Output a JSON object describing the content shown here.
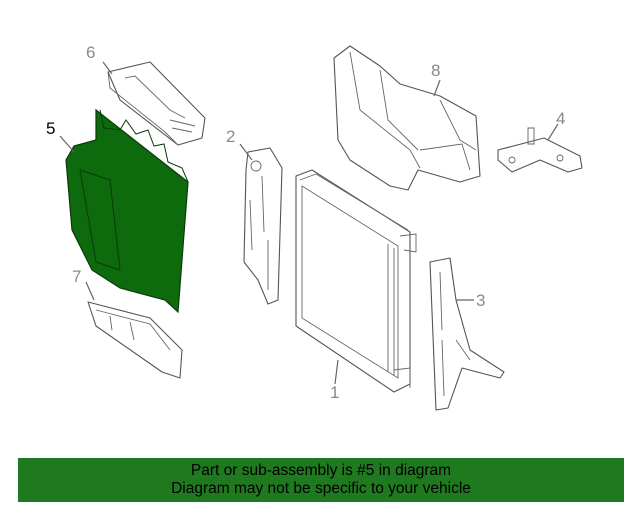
{
  "callouts": {
    "c1": "1",
    "c2": "2",
    "c3": "3",
    "c4": "4",
    "c5": "5",
    "c6": "6",
    "c7": "7",
    "c8": "8"
  },
  "colors": {
    "highlight": "#0d6b0d",
    "banner_bg": "#1f7a1f",
    "line": "#666666"
  },
  "banner": {
    "line1": "Part or sub-assembly is #5 in diagram",
    "line2": "Diagram may not be specific to your vehicle"
  }
}
